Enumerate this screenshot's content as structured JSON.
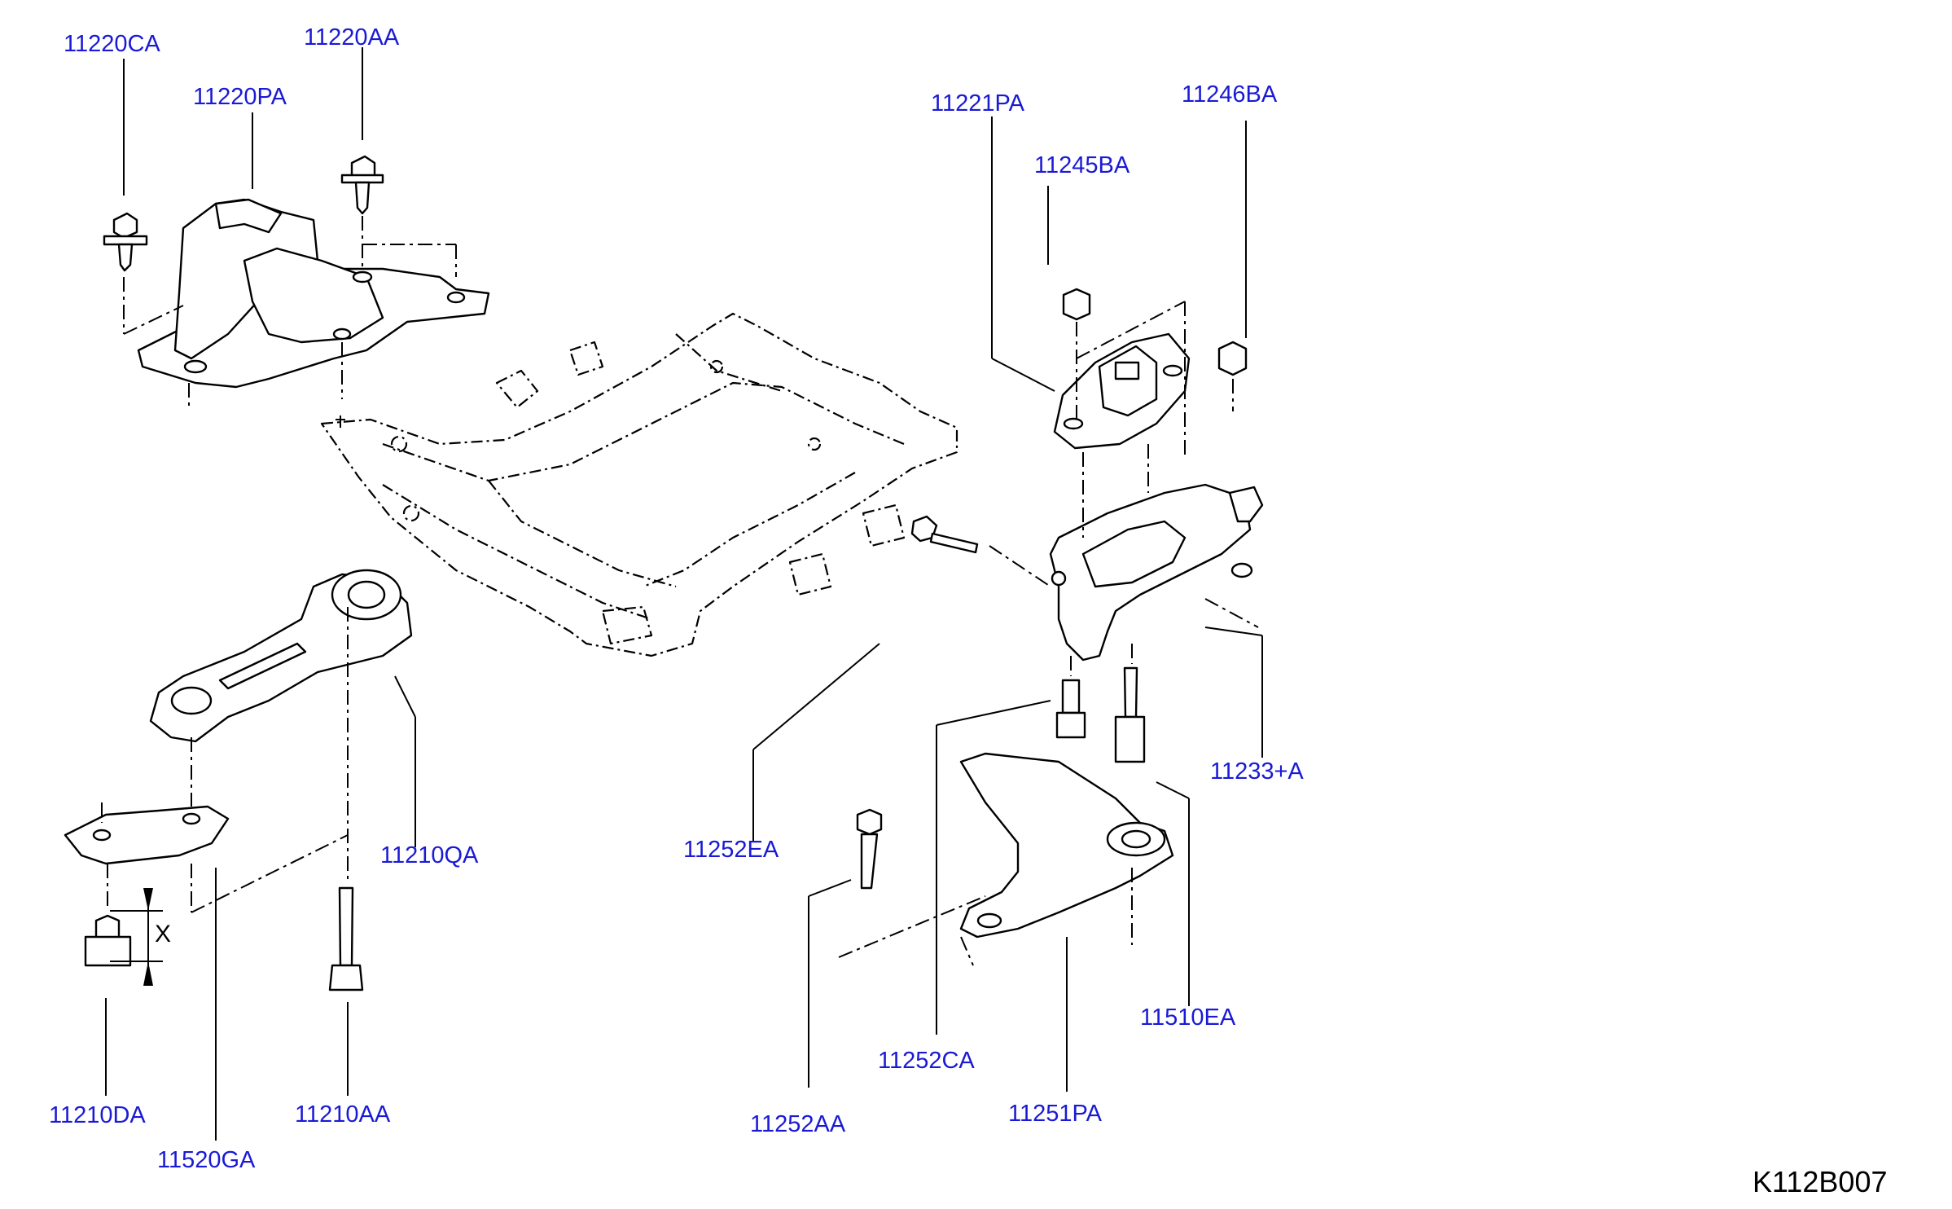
{
  "diagram": {
    "part_numbers": {
      "p11220CA": "11220CA",
      "p11220AA": "11220AA",
      "p11220PA": "11220PA",
      "p11221PA": "11221PA",
      "p11246BA": "11246BA",
      "p11245BA": "11245BA",
      "p11233A": "11233+A",
      "p11252EA": "11252EA",
      "p11210QA": "11210QA",
      "p11252CA": "11252CA",
      "p11510EA": "11510EA",
      "p11252AA": "11252AA",
      "p11251PA": "11251PA",
      "p11210DA": "11210DA",
      "p11210AA": "11210AA",
      "p11520GA": "11520GA"
    },
    "dimension_label": "X",
    "figure_code": "K112B007",
    "colors": {
      "callout": "#1a1ad6",
      "line": "#000000",
      "background": "#ffffff"
    }
  }
}
